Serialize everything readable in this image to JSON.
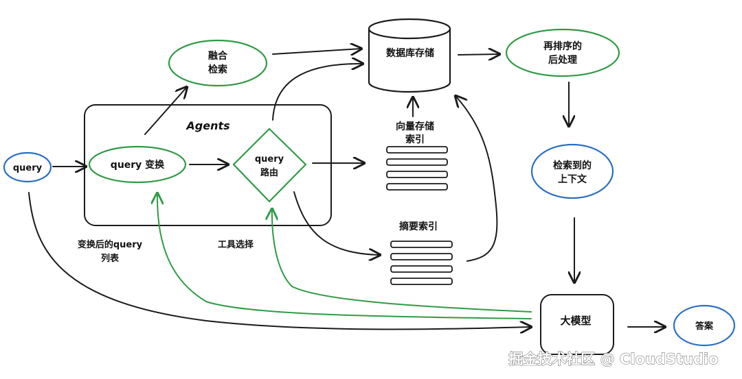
{
  "colors": {
    "green": "#2f9a45",
    "blue": "#2a6fc0",
    "ink": "#1a1a1a"
  },
  "nodes": {
    "query_in": "query",
    "fusion_l1": "融合",
    "fusion_l2": "检索",
    "db": "数据库存储",
    "rerank_l1": "再排序的",
    "rerank_l2": "后处理",
    "agents": "Agents",
    "transform": "query 变换",
    "router_l1": "query",
    "router_l2": "路由",
    "vector_l1": "向量存储",
    "vector_l2": "索引",
    "summary": "摘要索引",
    "context_l1": "检索到的",
    "context_l2": "上下文",
    "llm": "大模型",
    "answer": "答案"
  },
  "labels": {
    "transformed_l1": "变换后的query",
    "transformed_l2": "列表",
    "tool_select": "工具选择"
  },
  "watermark": "掘金技术社区 @ CloudStudio"
}
